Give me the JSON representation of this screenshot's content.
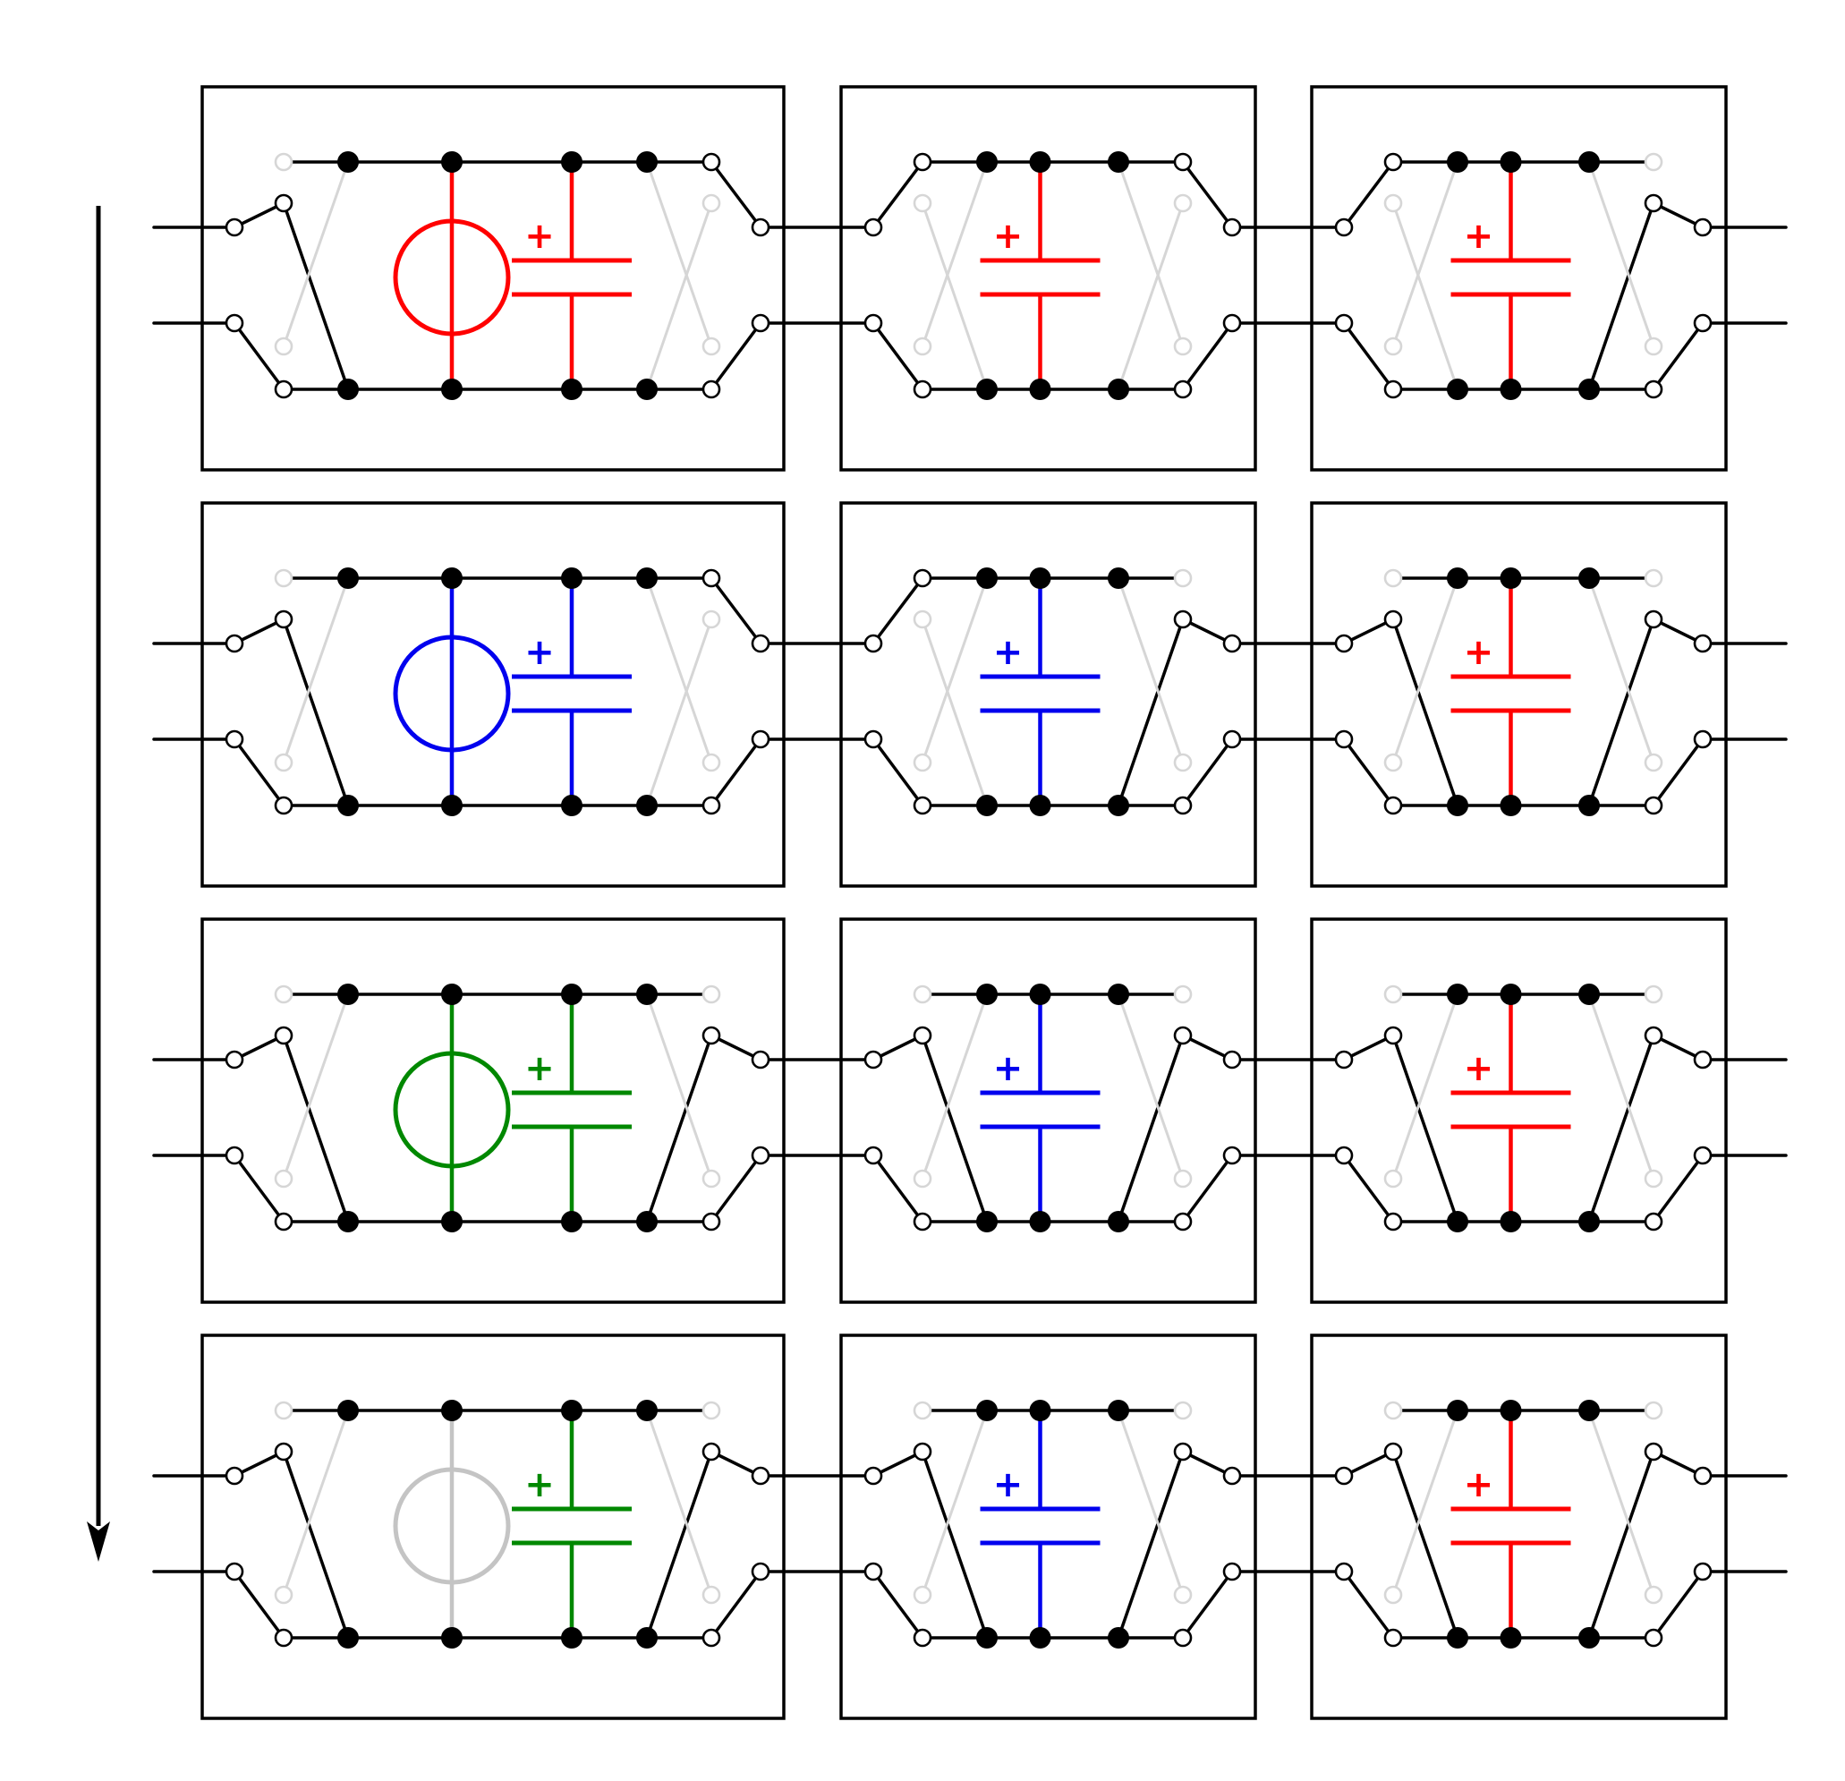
{
  "colors": {
    "wire": "#000000",
    "inactive": "#d6d6d6",
    "red": "#ff0000",
    "blue": "#0000ee",
    "green": "#008800",
    "gray": "#c4c4c4"
  },
  "flow_arrow": {
    "direction": "down",
    "icon": "arrow-down-icon"
  },
  "plus_sign": "+",
  "rows": [
    {
      "left_source": "red",
      "caps": [
        "red",
        "red",
        "red"
      ]
    },
    {
      "left_source": "blue",
      "caps": [
        "blue",
        "blue",
        "red"
      ]
    },
    {
      "left_source": "green",
      "caps": [
        "green",
        "blue",
        "red"
      ]
    },
    {
      "left_source": "gray",
      "caps": [
        "green",
        "blue",
        "red"
      ]
    }
  ]
}
